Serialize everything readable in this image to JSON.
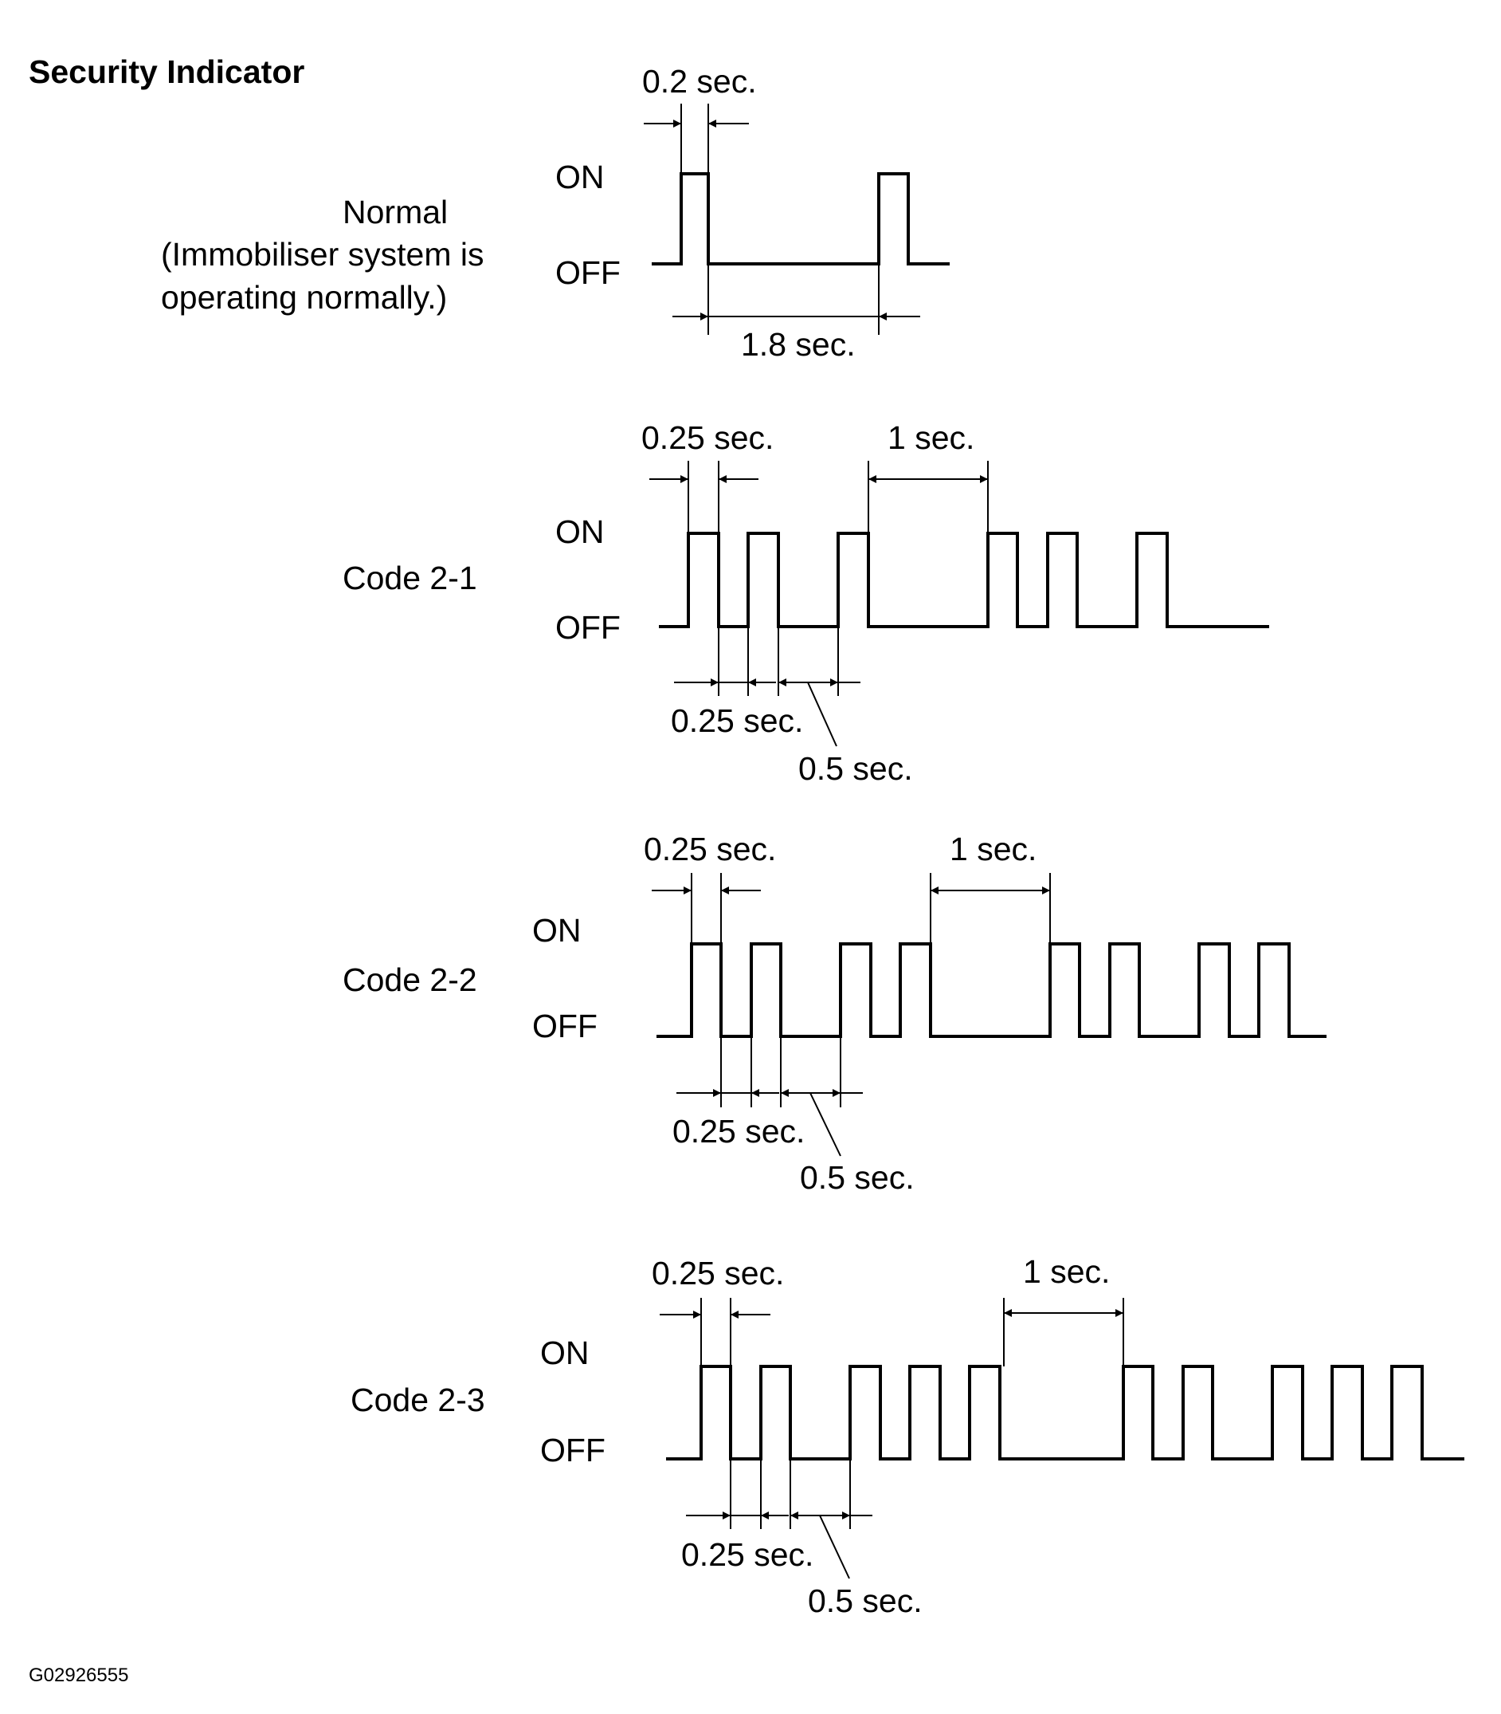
{
  "title": "Security Indicator",
  "figure_id": "G02926555",
  "diagrams": [
    {
      "key": "normal",
      "caption": [
        "Normal",
        "(Immobiliser system is",
        "operating normally.)"
      ],
      "on_label": "ON",
      "off_label": "OFF",
      "durations": {
        "pulse": "0.2 sec.",
        "gap": "1.8 sec."
      }
    },
    {
      "key": "code-2-1",
      "caption": [
        "Code  2-1"
      ],
      "on_label": "ON",
      "off_label": "OFF",
      "durations": {
        "pulse": "0.25 sec.",
        "group_gap": "1 sec.",
        "short_off": "0.25 sec.",
        "long_off": "0.5 sec."
      }
    },
    {
      "key": "code-2-2",
      "caption": [
        "Code  2-2"
      ],
      "on_label": "ON",
      "off_label": "OFF",
      "durations": {
        "pulse": "0.25 sec.",
        "group_gap": "1 sec.",
        "short_off": "0.25 sec.",
        "long_off": "0.5 sec."
      }
    },
    {
      "key": "code-2-3",
      "caption": [
        "Code  2-3"
      ],
      "on_label": "ON",
      "off_label": "OFF",
      "durations": {
        "pulse": "0.25 sec.",
        "group_gap": "1 sec.",
        "short_off": "0.25 sec.",
        "long_off": "0.5 sec."
      }
    }
  ]
}
